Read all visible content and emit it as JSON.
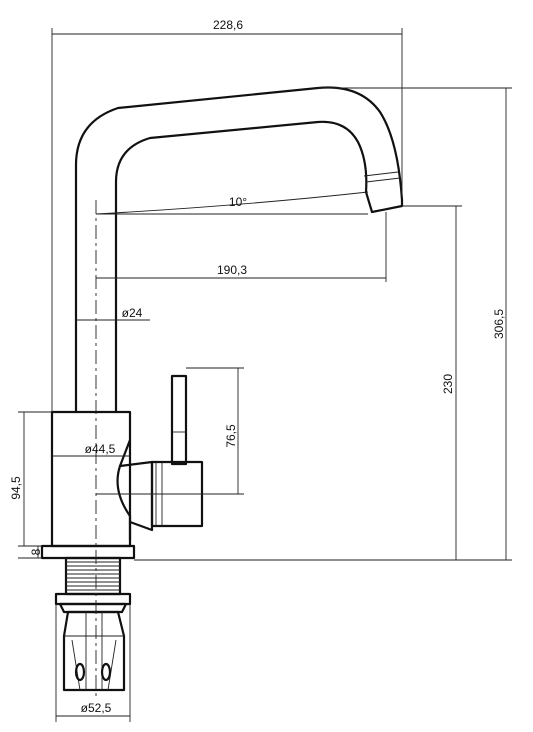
{
  "dimensions": {
    "overall_width": "228,6",
    "spout_angle": "10°",
    "spout_reach": "190,3",
    "spout_diameter": "ø24",
    "overall_height": "306,5",
    "spout_height": "230",
    "lever_height": "76,5",
    "body_diameter": "ø44,5",
    "body_height": "94,5",
    "base_height": "8",
    "base_diameter": "ø52,5"
  },
  "colors": {
    "line": "#111111",
    "background": "#ffffff",
    "thread": "#222222"
  }
}
